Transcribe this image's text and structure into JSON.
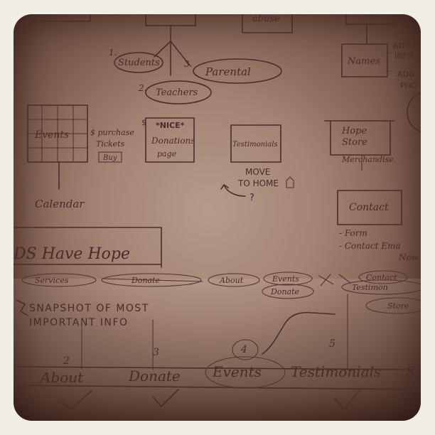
{
  "sitemap": {
    "top_box": "abuse",
    "names_box": "Names",
    "add_note": [
      "ADD O",
      "INFO",
      "ADD",
      "PHO"
    ],
    "num_1": "1.",
    "num_2": "2.",
    "num_3": "3.",
    "students": "Students",
    "teachers": "Teachers",
    "parental": "Parental",
    "events": "Events",
    "purchase": "$ purchase",
    "tickets": "Tickets",
    "buy": "Buy",
    "calendar": "Calendar",
    "nice": "*NICE*",
    "donations": "Donations",
    "page": "page",
    "dollar": "$",
    "testimonials_box": "Testimonials",
    "move": "MOVE",
    "to_home": "TO HOME",
    "question": "?",
    "hope_store": [
      "Hope",
      "Store"
    ],
    "merchandise": "Merchandise",
    "contact": "Contact",
    "form": "- Form",
    "contact_email": "- Contact Ema",
    "now": "Now"
  },
  "wireframe": {
    "banner": "DS Have Hope",
    "nav_top": [
      "Services",
      "Donate",
      "About",
      "Events",
      "Contact"
    ],
    "donate_oval": "Donate",
    "testimonials_oval": "Testimon",
    "store_oval": "Store",
    "snapshot": [
      "SNAPSHOT OF MOST",
      "IMPORTANT INFO"
    ],
    "numbers": [
      "2",
      "3",
      "4",
      "5"
    ],
    "nav_bottom": [
      "About",
      "Donate",
      "Events",
      "Testimonials"
    ],
    "nav_bottom_edge": "S",
    "nav_bottom_lead": "s"
  },
  "colors": {
    "ink": "#4a2d28",
    "paper": "#a38273",
    "border": "#f1eee6"
  }
}
